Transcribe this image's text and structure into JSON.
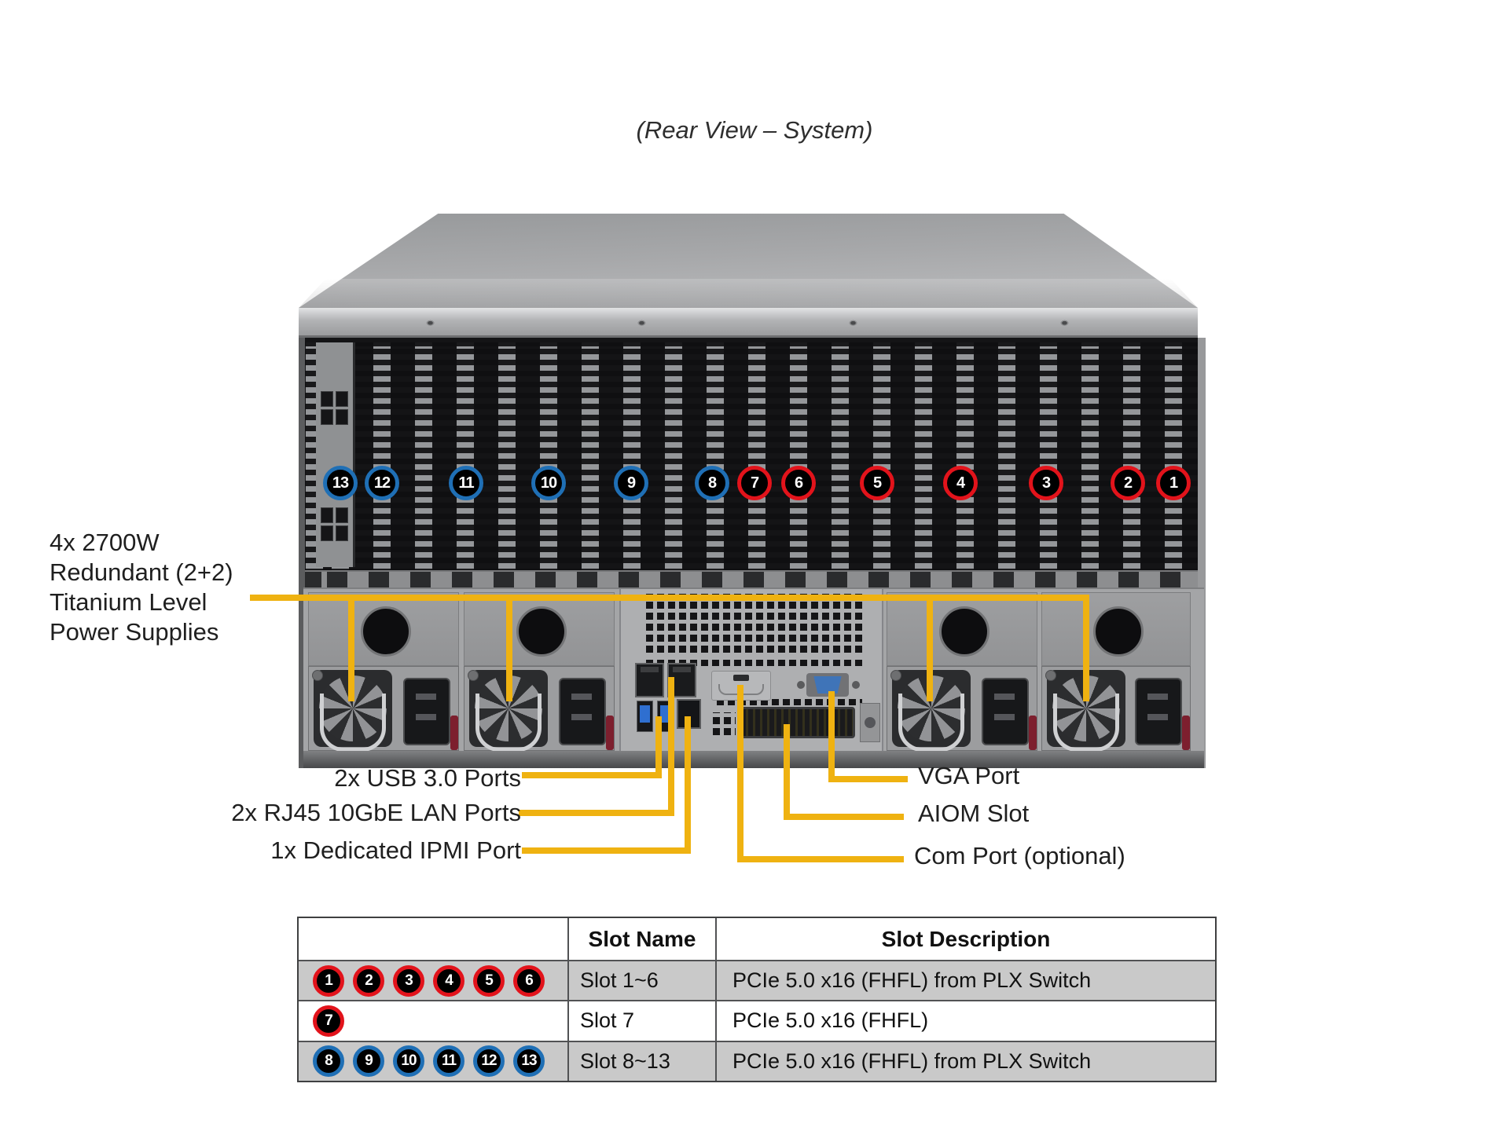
{
  "title": "(Rear View – System)",
  "colors": {
    "accent_yellow": "#EFB211",
    "badge_red": "#E2131B",
    "badge_blue": "#1F6FB5",
    "table_row_shaded": "#C9C9C9"
  },
  "chassis": {
    "slot_badges": [
      {
        "number": "13",
        "color": "blue"
      },
      {
        "number": "12",
        "color": "blue"
      },
      {
        "number": "11",
        "color": "blue"
      },
      {
        "number": "10",
        "color": "blue"
      },
      {
        "number": "9",
        "color": "blue"
      },
      {
        "number": "8",
        "color": "blue"
      },
      {
        "number": "7",
        "color": "red"
      },
      {
        "number": "6",
        "color": "red"
      },
      {
        "number": "5",
        "color": "red"
      },
      {
        "number": "4",
        "color": "red"
      },
      {
        "number": "3",
        "color": "red"
      },
      {
        "number": "2",
        "color": "red"
      },
      {
        "number": "1",
        "color": "red"
      }
    ],
    "psu_callout": {
      "line1": "4x 2700W",
      "line2": "Redundant (2+2)",
      "line3": "Titanium Level",
      "line4": "Power Supplies"
    },
    "left_callouts": [
      {
        "label": "2x USB 3.0 Ports"
      },
      {
        "label": "2x RJ45 10GbE LAN Ports"
      },
      {
        "label": "1x Dedicated IPMI Port"
      }
    ],
    "right_callouts": [
      {
        "label": "VGA Port"
      },
      {
        "label": "AIOM Slot"
      },
      {
        "label": "Com Port (optional)"
      }
    ]
  },
  "slot_table": {
    "headers": {
      "name": "Slot Name",
      "description": "Slot Description"
    },
    "rows": [
      {
        "badges": [
          "1",
          "2",
          "3",
          "4",
          "5",
          "6"
        ],
        "badge_color": "red",
        "name": "Slot 1~6",
        "description": "PCIe 5.0 x16 (FHFL) from PLX Switch",
        "shaded": true
      },
      {
        "badges": [
          "7"
        ],
        "badge_color": "red",
        "name": "Slot 7",
        "description": "PCIe 5.0 x16 (FHFL)",
        "shaded": false
      },
      {
        "badges": [
          "8",
          "9",
          "10",
          "11",
          "12",
          "13"
        ],
        "badge_color": "blue",
        "name": "Slot 8~13",
        "description": "PCIe 5.0 x16 (FHFL) from PLX Switch",
        "shaded": true
      }
    ]
  }
}
